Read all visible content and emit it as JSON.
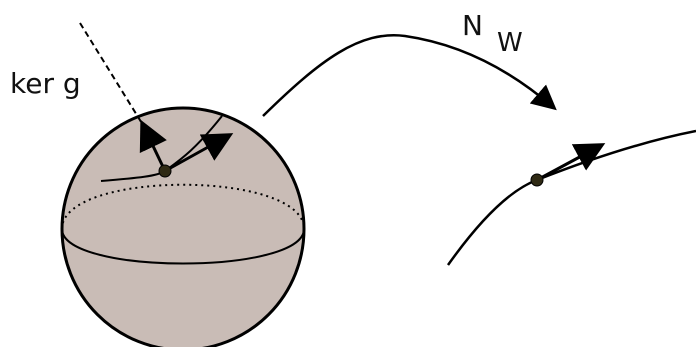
{
  "labels": {
    "kernel": "ker g",
    "map_main": "N",
    "map_sub": "W"
  },
  "colors": {
    "sphere_fill": "#c9bcb6",
    "stroke": "#000000",
    "point_fill": "#2f2a14",
    "background": "#ffffff"
  }
}
